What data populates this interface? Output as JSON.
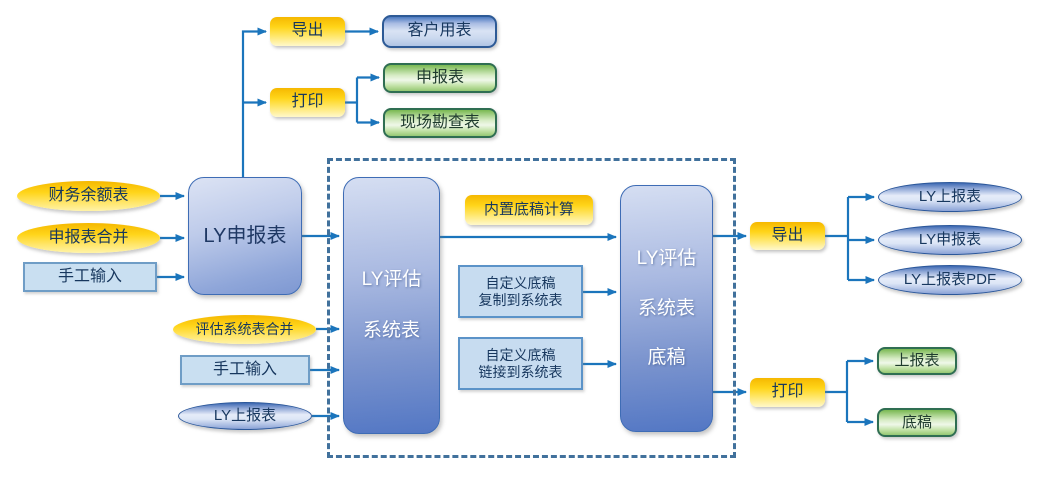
{
  "diagram": {
    "colors": {
      "arrow": "#1B75BC",
      "dashed_border": "#41719C",
      "yellow_shape": "#FFD51A",
      "green_shape": "#96C873",
      "blue_shape": "#5377C4",
      "light_blue_shape": "#C9DFF1",
      "navy_text": "#17375E"
    },
    "nodes": {
      "caiwu": {
        "label": "财务余额表"
      },
      "shenbao_hebing": {
        "label": "申报表合并"
      },
      "shougong1": {
        "label": "手工输入"
      },
      "ly_shenbaobiao": {
        "label": "LY申报表"
      },
      "daochu_top": {
        "label": "导出"
      },
      "kehu": {
        "label": "客户用表"
      },
      "dayin_top": {
        "label": "打印"
      },
      "shenbaobiao_green": {
        "label": "申报表"
      },
      "xianchang": {
        "label": "现场勘查表"
      },
      "pinggu_hebing": {
        "label": "评估系统表合并"
      },
      "shougong2": {
        "label": "手工输入"
      },
      "ly_shangbao_left": {
        "label": "LY上报表"
      },
      "big_center": {
        "line1": "LY评估",
        "line2": "系统表"
      },
      "neizhi": {
        "label": "内置底稿计算"
      },
      "zidingyi_copy": {
        "line1": "自定义底稿",
        "line2": "复制到系统表"
      },
      "zidingyi_link": {
        "line1": "自定义底稿",
        "line2": "链接到系统表"
      },
      "big_right": {
        "line1": "LY评估",
        "line2": "系统表",
        "line3": "底稿"
      },
      "daochu_right": {
        "label": "导出"
      },
      "ly_shangbao_r": {
        "label": "LY上报表"
      },
      "ly_shenbao_r": {
        "label": "LY申报表"
      },
      "ly_pdf": {
        "label": "LY上报表PDF"
      },
      "dayin_right": {
        "label": "打印"
      },
      "shangbao_green": {
        "label": "上报表"
      },
      "digao_green": {
        "label": "底稿"
      }
    }
  }
}
